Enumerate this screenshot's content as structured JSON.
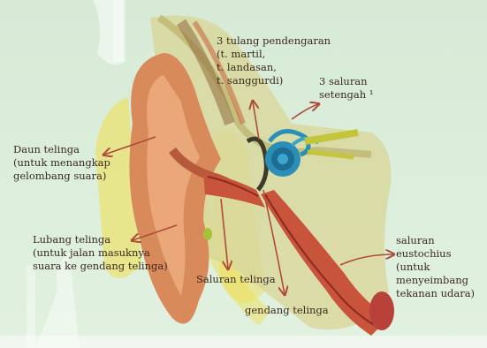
{
  "labels": {
    "tulang": "3 tulang pendengaran\n(t. martil,\nt. landasan,\nt. sanggurdi)",
    "saluran3": "3 saluran\nsetengah ¹",
    "daun": "Daun telinga\n(untuk menangkap\ngelombang suara)",
    "lubang": "Lubang telinga\n(untuk jalan masuknya\nsuara ke gendang telinga)",
    "salurantel": "Saluran telinga",
    "gendang": "gendang telinga",
    "eustochius": "saluran eustochius\n(untuk menyeimbang\ntekanan udara)"
  },
  "colors": {
    "background": "#d9ecd9",
    "arrow": "#b04a3a",
    "text": "#3a2a1e",
    "skin": "#d98a5a",
    "bone": "#eef0b8",
    "cochlea": "#2a8fb8",
    "watermark": "#f2dc3a"
  }
}
